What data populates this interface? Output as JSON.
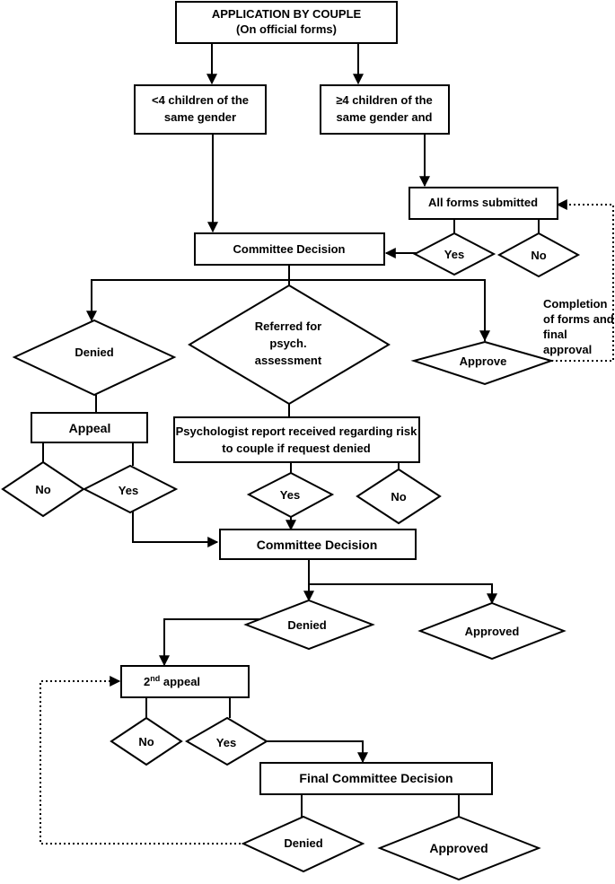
{
  "nodes": {
    "application": {
      "line1": "APPLICATION BY COUPLE",
      "line2": "(On official forms)"
    },
    "less_than_4": {
      "line1": "<4 children of the",
      "line2": "same gender"
    },
    "at_least_4": {
      "symbol": "≥",
      "line1_rest": "4 children of the",
      "line2": "same gender and"
    },
    "all_forms": {
      "label": "All forms submitted"
    },
    "forms_yes": {
      "label": "Yes"
    },
    "forms_no": {
      "label": "No"
    },
    "committee_1": {
      "label": "Committee Decision"
    },
    "denied_1": {
      "label": "Denied"
    },
    "referred": {
      "line1": "Referred for",
      "line2": "psych.",
      "line3": "assessment"
    },
    "approve": {
      "label": "Approve"
    },
    "completion_note": {
      "line1": "Completion",
      "line2": "of forms and",
      "line3": "final",
      "line4": "approval"
    },
    "appeal": {
      "label": "Appeal"
    },
    "appeal_no": {
      "label": "No"
    },
    "appeal_yes": {
      "label": "Yes"
    },
    "psych_report": {
      "line1": "Psychologist report received regarding risk",
      "line2": "to couple if request denied"
    },
    "psych_yes": {
      "label": "Yes"
    },
    "psych_no": {
      "label": "No"
    },
    "committee_2": {
      "label": "Committee Decision"
    },
    "denied_2": {
      "label": "Denied"
    },
    "approved_2": {
      "label": "Approved"
    },
    "second_appeal": {
      "ordinal": "2",
      "suffix": "nd",
      "rest": " appeal"
    },
    "second_no": {
      "label": "No"
    },
    "second_yes": {
      "label": "Yes"
    },
    "final_committee": {
      "label": "Final Committee Decision"
    },
    "final_denied": {
      "label": "Denied"
    },
    "final_approved": {
      "label": "Approved"
    }
  }
}
